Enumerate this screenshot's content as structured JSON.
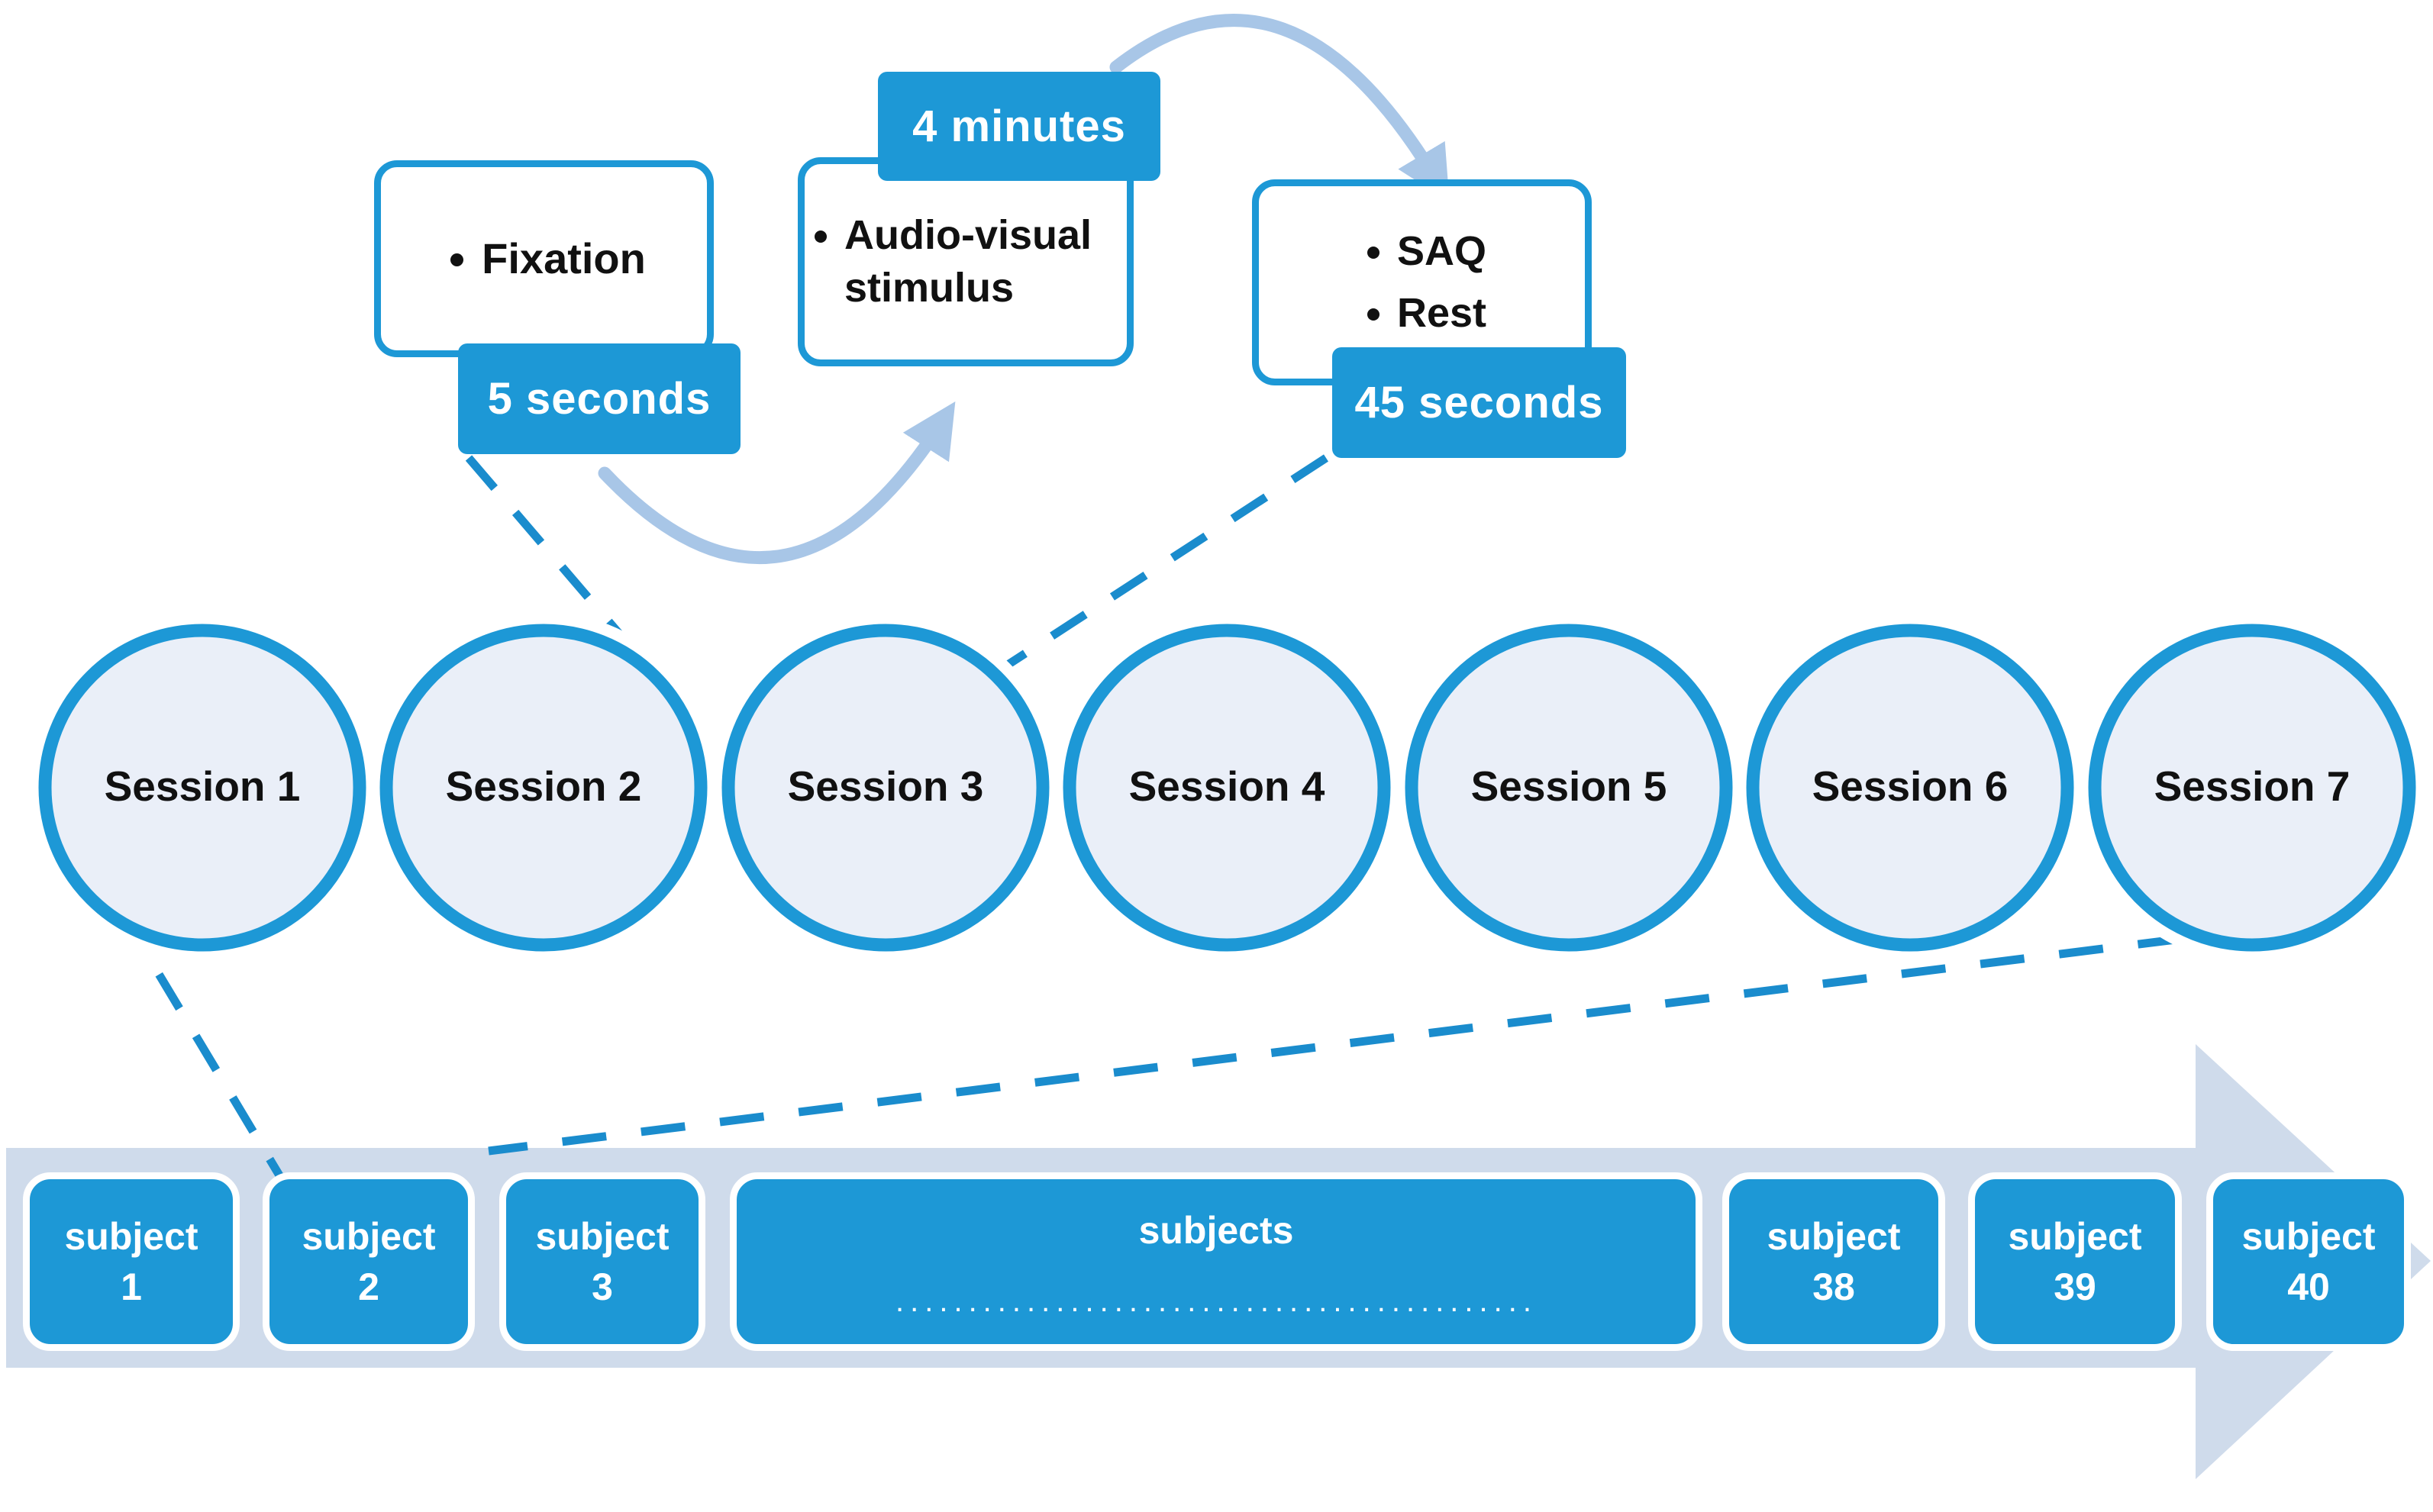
{
  "colors": {
    "accent_blue": "#1d98d6",
    "dash_blue": "#1a8ccd",
    "circle_fill": "#eaeff8",
    "band_fill": "#cfdbeb",
    "curve_arrow": "#a8c6e7",
    "text_dark": "#111111",
    "text_light": "#ffffff"
  },
  "callouts": [
    {
      "id": "fixation",
      "items": [
        "Fixation"
      ],
      "duration": "5 seconds"
    },
    {
      "id": "audio-visual",
      "items": [
        "Audio-visual stimulus"
      ],
      "duration": "4 minutes"
    },
    {
      "id": "saq-rest",
      "items": [
        "SAQ",
        "Rest"
      ],
      "duration": "45 seconds"
    }
  ],
  "sessions": [
    "Session 1",
    "Session 2",
    "Session 3",
    "Session 4",
    "Session 5",
    "Session 6",
    "Session 7"
  ],
  "subjects": {
    "left": [
      {
        "word": "subject",
        "num": "1"
      },
      {
        "word": "subject",
        "num": "2"
      },
      {
        "word": "subject",
        "num": "3"
      }
    ],
    "middle": {
      "word": "subjects",
      "ellipsis": "............................................................"
    },
    "right": [
      {
        "word": "subject",
        "num": "38"
      },
      {
        "word": "subject",
        "num": "39"
      },
      {
        "word": "subject",
        "num": "40"
      }
    ]
  }
}
